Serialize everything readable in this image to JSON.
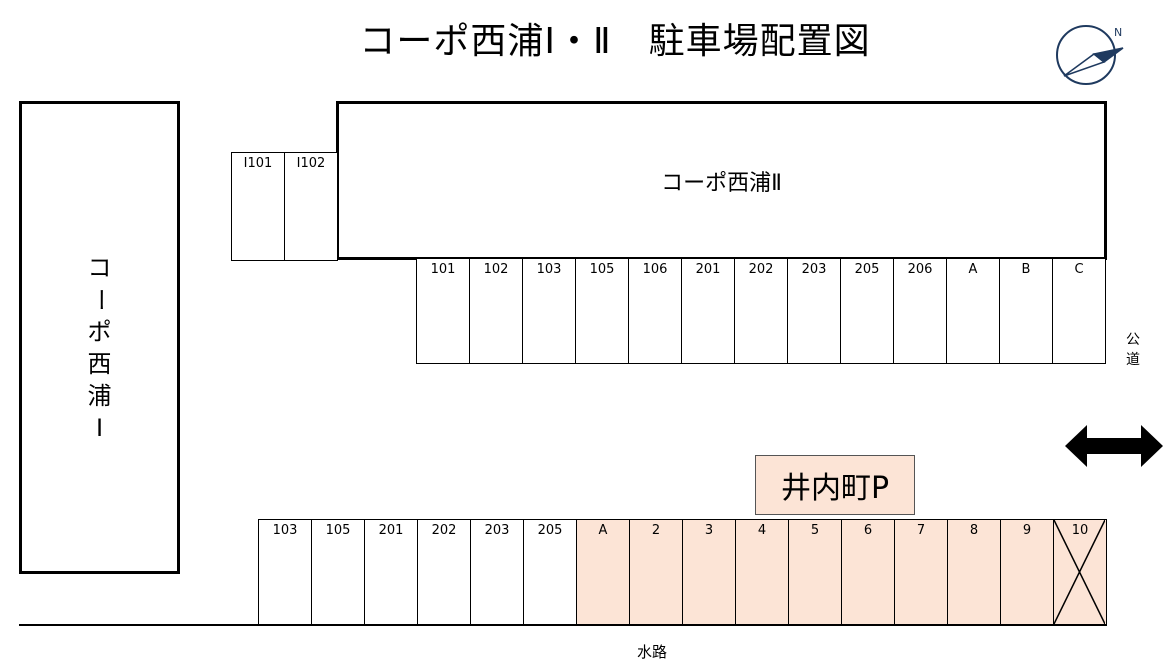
{
  "title": "コーポ西浦Ⅰ・Ⅱ　駐車場配置図",
  "compass": {
    "icon": "compass-north-icon",
    "label": "N"
  },
  "building1": {
    "label_chars": [
      "コ",
      "ー",
      "ポ",
      "西",
      "浦",
      "Ⅰ"
    ]
  },
  "building2": {
    "label": "コーポ西浦Ⅱ"
  },
  "side_slots": [
    "Ⅰ101",
    "Ⅰ102"
  ],
  "top_row": [
    "101",
    "102",
    "103",
    "105",
    "106",
    "201",
    "202",
    "203",
    "205",
    "206",
    "A",
    "B",
    "C"
  ],
  "bottom_row": [
    {
      "label": "103",
      "highlight": false
    },
    {
      "label": "105",
      "highlight": false
    },
    {
      "label": "201",
      "highlight": false
    },
    {
      "label": "202",
      "highlight": false
    },
    {
      "label": "203",
      "highlight": false
    },
    {
      "label": "205",
      "highlight": false
    },
    {
      "label": "A",
      "highlight": true
    },
    {
      "label": "2",
      "highlight": true
    },
    {
      "label": "3",
      "highlight": true
    },
    {
      "label": "4",
      "highlight": true
    },
    {
      "label": "5",
      "highlight": true
    },
    {
      "label": "6",
      "highlight": true
    },
    {
      "label": "7",
      "highlight": true
    },
    {
      "label": "8",
      "highlight": true
    },
    {
      "label": "9",
      "highlight": true
    },
    {
      "label": "10",
      "highlight": true,
      "unavailable": true
    }
  ],
  "public_road": "公道",
  "parking_name": "井内町P",
  "waterway": "水路",
  "colors": {
    "highlight": "#fce4d6",
    "compass": "#1f3a5f"
  }
}
